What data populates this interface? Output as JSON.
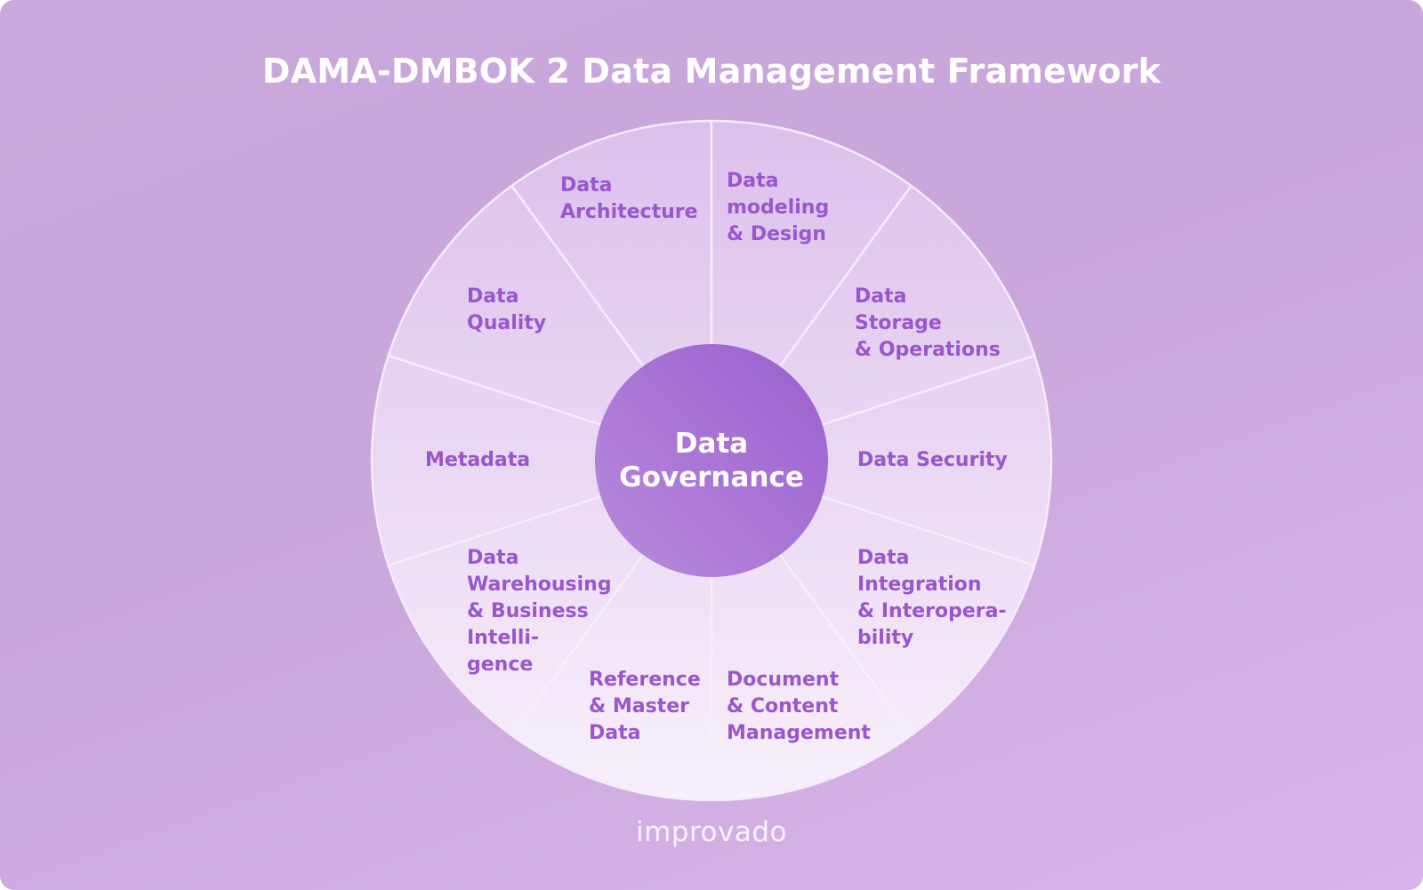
{
  "title": "DAMA-DMBOK 2 Data Management Framework",
  "center": {
    "lines": [
      "Data",
      "Governance"
    ]
  },
  "segments": [
    {
      "name": "data-architecture",
      "lines": [
        "Data",
        "Architecture"
      ]
    },
    {
      "name": "data-modeling-design",
      "lines": [
        "Data",
        "modeling",
        "& Design"
      ]
    },
    {
      "name": "data-storage-operations",
      "lines": [
        "Data",
        "Storage",
        "& Operations"
      ]
    },
    {
      "name": "data-security",
      "lines": [
        "Data Security"
      ]
    },
    {
      "name": "data-integration-interoperability",
      "lines": [
        "Data",
        "Integration",
        "& Interopera-",
        "bility"
      ]
    },
    {
      "name": "document-content-management",
      "lines": [
        "Document",
        "& Content",
        "Management"
      ]
    },
    {
      "name": "reference-master-data",
      "lines": [
        "Reference",
        "& Master",
        "Data"
      ]
    },
    {
      "name": "data-warehousing-bi",
      "lines": [
        "Data",
        "Warehousing",
        "& Business",
        "Intelli-",
        "gence"
      ]
    },
    {
      "name": "metadata",
      "lines": [
        "Metadata"
      ]
    },
    {
      "name": "data-quality",
      "lines": [
        "Data",
        "Quality"
      ]
    }
  ],
  "logo": "improvado",
  "colors": {
    "accent": "#9a55cf",
    "center_fill": "#a569d3",
    "wheel_top": "#dcc0ec",
    "wheel_bottom": "#f7f0fa"
  }
}
